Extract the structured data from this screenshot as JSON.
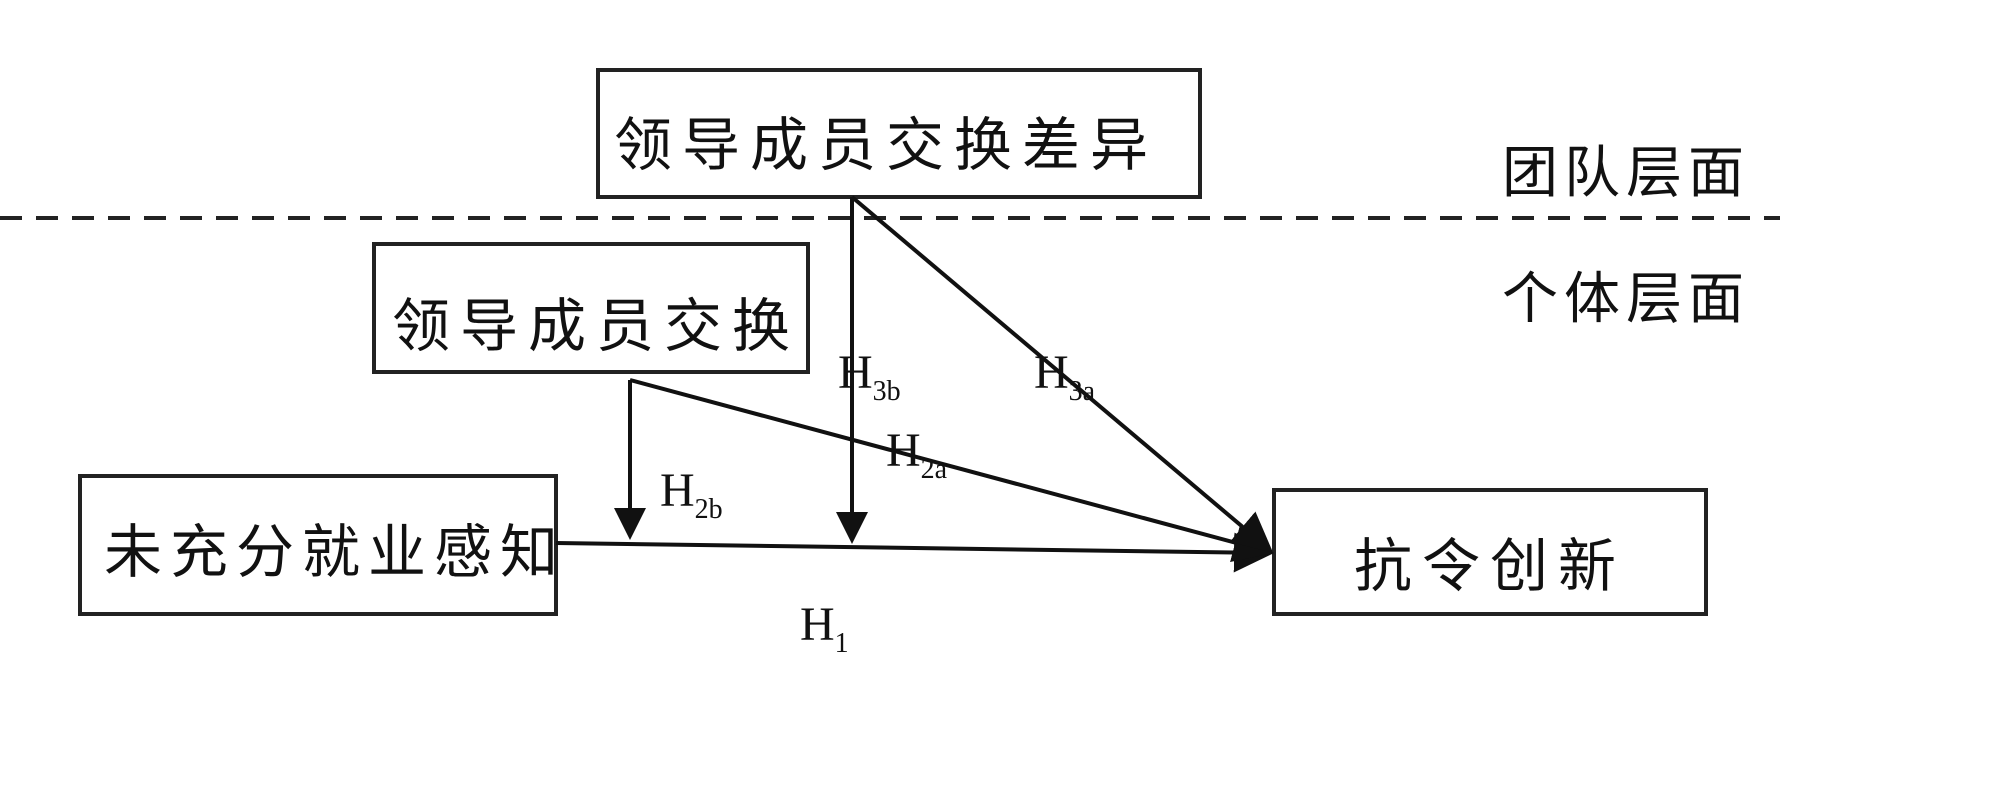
{
  "level_labels": {
    "team": "团队层面",
    "individual": "个体层面"
  },
  "boxes": {
    "lmx_differentiation": "领导成员交换差异",
    "lmx": "领导成员交换",
    "perceived_underemployment": "未充分就业感知",
    "counterproductive_innovation": "抗令创新"
  },
  "hypotheses": {
    "h1": {
      "base": "H",
      "sub": "1"
    },
    "h2a": {
      "base": "H",
      "sub": "2a"
    },
    "h2b": {
      "base": "H",
      "sub": "2b"
    },
    "h3a": {
      "base": "H",
      "sub": "3a"
    },
    "h3b": {
      "base": "H",
      "sub": "3b"
    }
  },
  "colors": {
    "line": "#111111",
    "box_stroke": "#222222",
    "background": "#ffffff"
  }
}
